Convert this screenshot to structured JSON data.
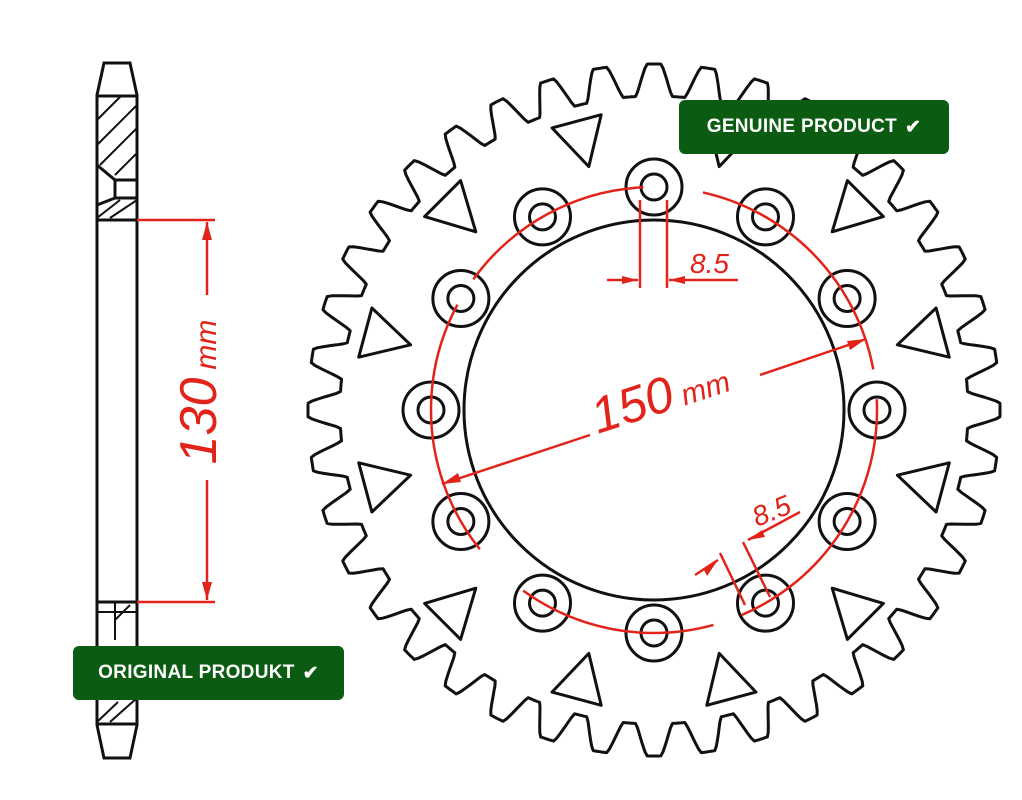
{
  "drawing": {
    "side_dimension": {
      "value": "130",
      "unit": "mm"
    },
    "bolt_circle_dimension": {
      "value": "150",
      "unit": "mm"
    },
    "hole_dimension_top": "8.5",
    "hole_dimension_bottom": "8.5",
    "teeth": 40,
    "bolt_holes": 12
  },
  "badges": {
    "genuine": {
      "label": "GENUINE PRODUCT",
      "icon": "check-icon"
    },
    "original": {
      "label": "ORIGINAL PRODUKT",
      "icon": "check-icon"
    }
  },
  "colors": {
    "line": "#111111",
    "dimension": "#e2231a",
    "badge": "#0b5c12"
  }
}
